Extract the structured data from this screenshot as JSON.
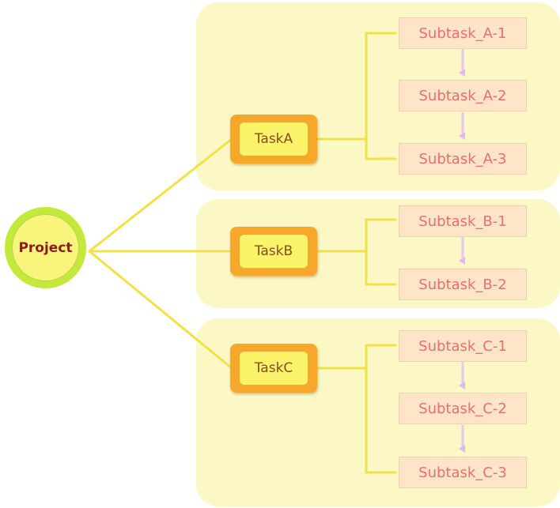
{
  "root": {
    "label": "Project"
  },
  "tasks": [
    {
      "label": "TaskA",
      "subtasks": [
        "Subtask_A-1",
        "Subtask_A-2",
        "Subtask_A-3"
      ]
    },
    {
      "label": "TaskB",
      "subtasks": [
        "Subtask_B-1",
        "Subtask_B-2"
      ]
    },
    {
      "label": "TaskC",
      "subtasks": [
        "Subtask_C-1",
        "Subtask_C-2",
        "Subtask_C-3"
      ]
    }
  ],
  "colors": {
    "group_background": "#fbf8c5",
    "connector": "#f0e246",
    "root_ring": "#c4e83c",
    "task_fill": "#f7a82b",
    "subtask_fill": "#ffe5c8",
    "subtask_text": "#ee6c70",
    "arrow": "#e8c6f4"
  }
}
